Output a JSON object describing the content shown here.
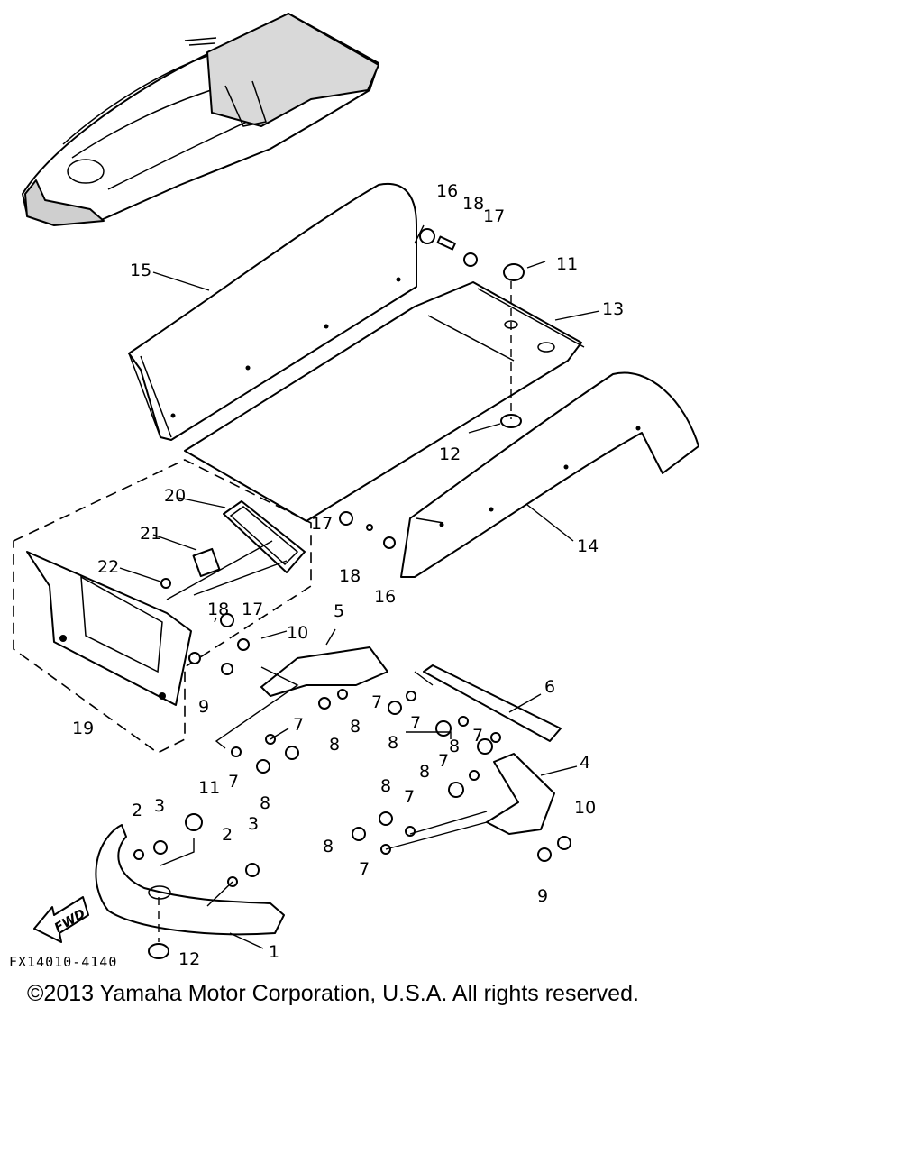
{
  "diagram_code": "FX14010-4140",
  "fwd_label": "FWD",
  "copyright": "©2013 Yamaha Motor Corporation, U.S.A. All rights reserved.",
  "callouts": {
    "c1": "1",
    "c2a": "2",
    "c2b": "2",
    "c3a": "3",
    "c3b": "3",
    "c4": "4",
    "c5": "5",
    "c6": "6",
    "c7a": "7",
    "c7b": "7",
    "c7c": "7",
    "c7d": "7",
    "c7e": "7",
    "c7f": "7",
    "c7g": "7",
    "c7h": "7",
    "c8a": "8",
    "c8b": "8",
    "c8c": "8",
    "c8d": "8",
    "c8e": "8",
    "c8f": "8",
    "c8g": "8",
    "c8h": "8",
    "c9a": "9",
    "c9b": "9",
    "c10a": "10",
    "c10b": "10",
    "c11a": "11",
    "c11b": "11",
    "c12a": "12",
    "c12b": "12",
    "c13": "13",
    "c14": "14",
    "c15": "15",
    "c16a": "16",
    "c16b": "16",
    "c17a": "17",
    "c17b": "17",
    "c17c": "17",
    "c18a": "18",
    "c18b": "18",
    "c18c": "18",
    "c19": "19",
    "c20": "20",
    "c21": "21",
    "c22": "22"
  }
}
